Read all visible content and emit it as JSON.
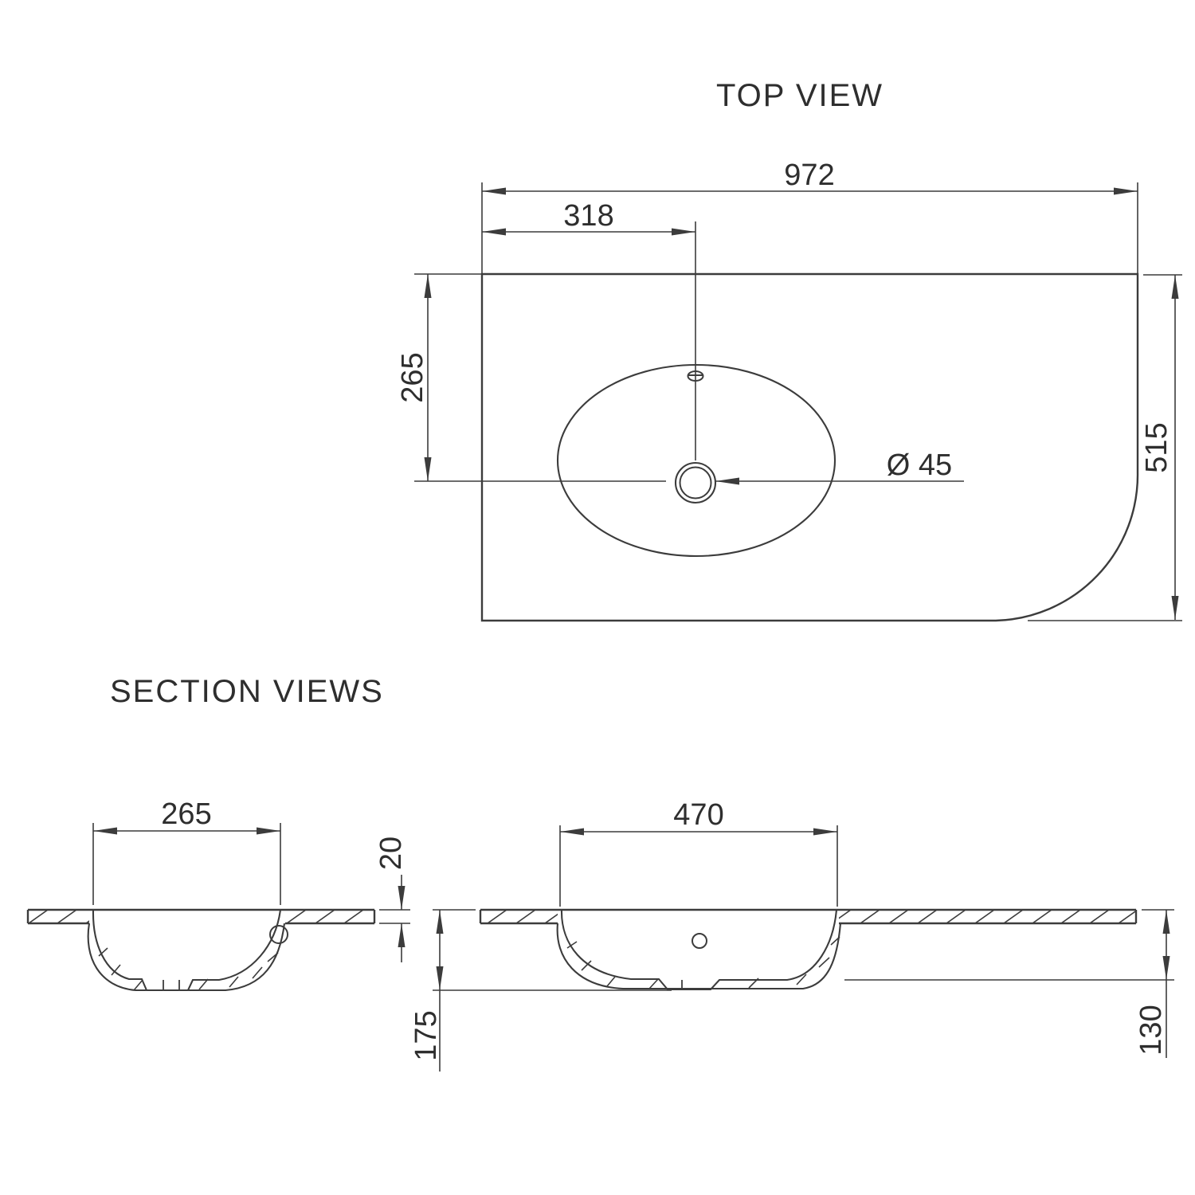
{
  "top_view": {
    "title": "TOP VIEW",
    "dimensions": {
      "overall_width": "972",
      "tap_hole_offset": "318",
      "bowl_centre_offset": "265",
      "overall_depth": "515",
      "waste_hole_diameter": "Ø 45"
    }
  },
  "section_views": {
    "title": "SECTION VIEWS",
    "left_section": {
      "bowl_width": "265",
      "top_thickness": "20"
    },
    "right_section": {
      "bowl_length": "470",
      "overall_height": "175",
      "bowl_depth": "130"
    }
  },
  "style": {
    "line_color": "#3c3c3c",
    "text_color": "#2e2e2e",
    "background": "#ffffff"
  }
}
